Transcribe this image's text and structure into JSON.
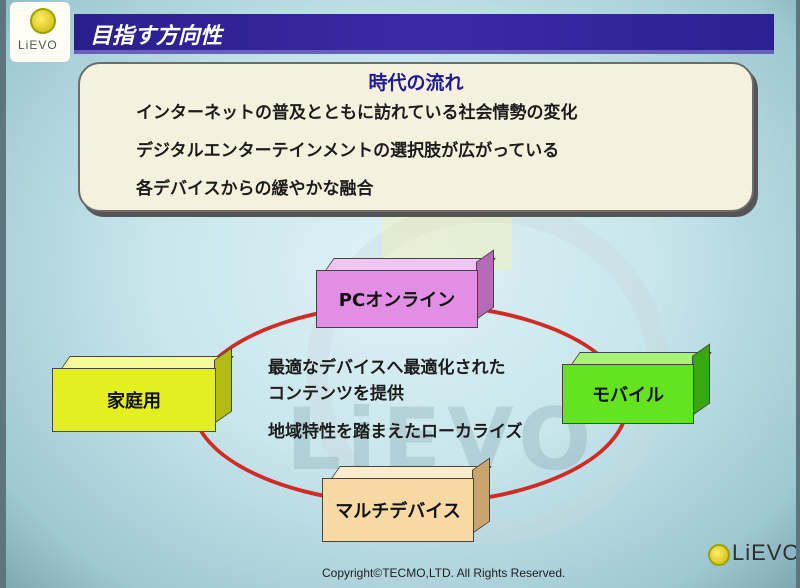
{
  "header": {
    "title": "目指す方向性",
    "logo_text": "LiEVO"
  },
  "info_box": {
    "title": "時代の流れ",
    "lines": [
      "インターネットの普及とともに訪れている社会情勢の変化",
      "デジタルエンターテインメントの選択肢が広がっている",
      "各デバイスからの緩やかな融合"
    ]
  },
  "diagram": {
    "nodes": {
      "top": {
        "label": "PCオンライン",
        "color": "#e28ee4"
      },
      "left": {
        "label": "家庭用",
        "color": "#e4ef22"
      },
      "right": {
        "label": "モバイル",
        "color": "#64e41e"
      },
      "bottom": {
        "label": "マルチデバイス",
        "color": "#f7d9a4"
      }
    },
    "center_lines": [
      "最適なデバイスへ最適化された",
      "コンテンツを提供",
      "地域特性を踏まえたローカライズ"
    ],
    "ring_color": "#d22a24"
  },
  "footer": {
    "copyright": "Copyright©TECMO,LTD. All Rights Reserved.",
    "logo_text": "LiEVO"
  },
  "colors": {
    "title_bar": "#2a1e8c",
    "info_title": "#1e1a9a",
    "info_bg": "#f6f1de"
  }
}
